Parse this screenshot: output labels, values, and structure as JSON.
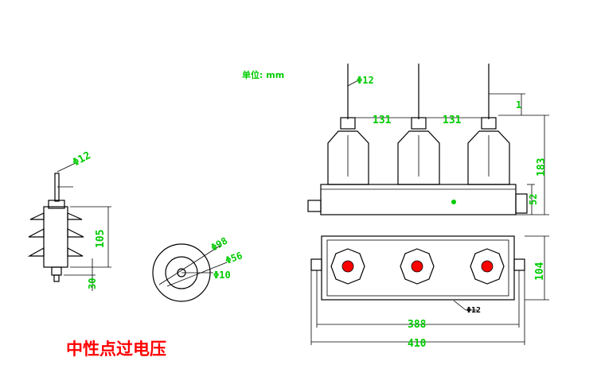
{
  "drawing": {
    "unit_label": "单位: mm",
    "caption": "中性点过电压",
    "colors": {
      "outline": "#000000",
      "dimension": "#00cc00",
      "caption": "#ff0000",
      "terminal_fill": "#ff0000"
    },
    "side_view": {
      "dim_diameter": "Φ12",
      "dim_height": "105",
      "dim_base": "30"
    },
    "top_view": {
      "dim_outer": "Φ98",
      "dim_mid": "Φ56",
      "dim_hole": "Φ10"
    },
    "front_view": {
      "dim_rod": "Φ12",
      "dim_pitch_left": "131",
      "dim_pitch_right": "131",
      "dim_top": "1",
      "dim_height": "183",
      "dim_base": "52"
    },
    "plan_view": {
      "dim_depth": "104",
      "dim_bolt": "Φ12",
      "dim_inner_width": "388",
      "dim_outer_width": "410"
    }
  }
}
